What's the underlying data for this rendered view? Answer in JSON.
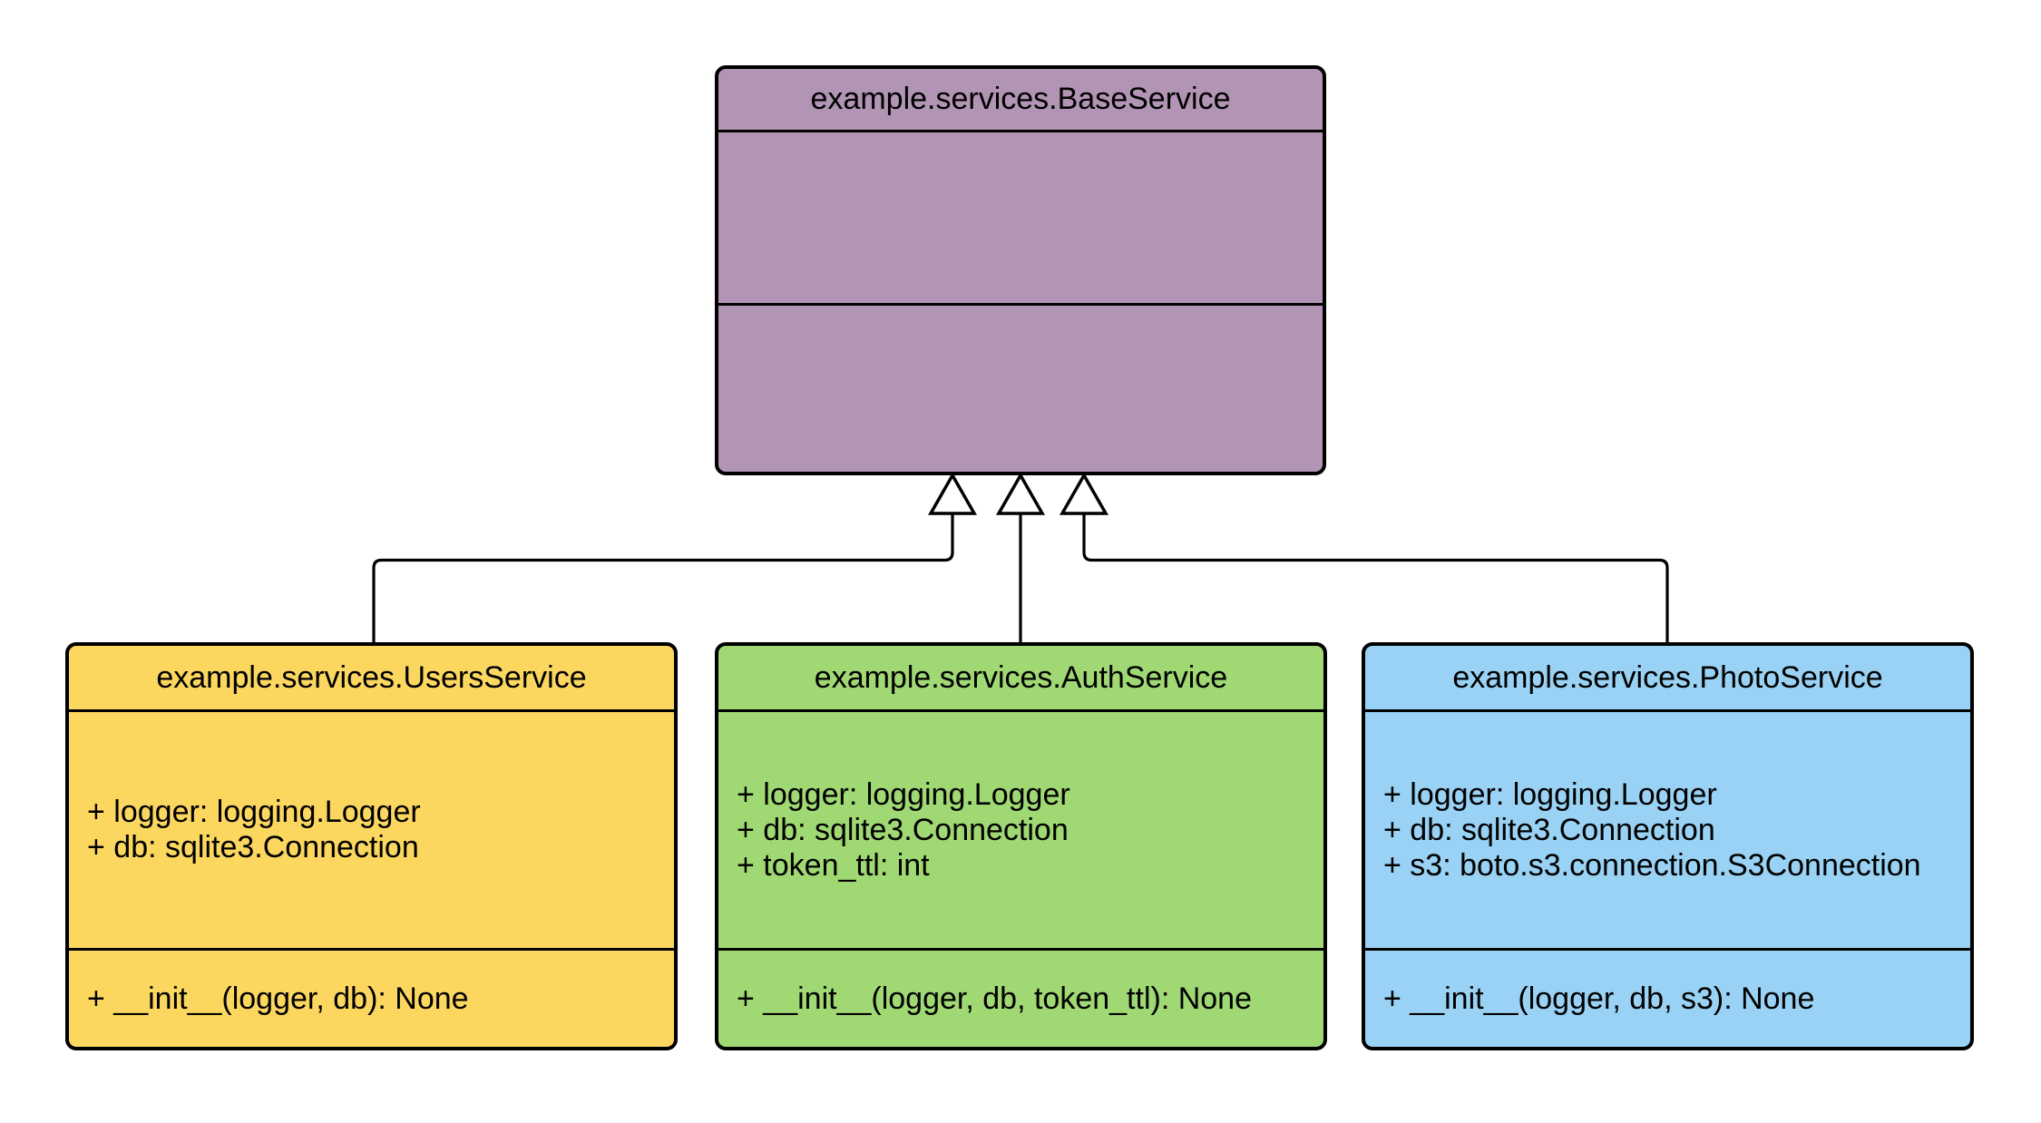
{
  "diagram": {
    "type": "uml-class-diagram",
    "background": "#ffffff",
    "border_color": "#000000",
    "text_color": "#000000",
    "classes": [
      {
        "id": "base",
        "title": "example.services.BaseService",
        "fill": "#b294b5",
        "attributes": [],
        "methods": []
      },
      {
        "id": "users",
        "title": "example.services.UsersService",
        "fill": "#fcd75f",
        "attributes": [
          "+ logger: logging.Logger",
          "+ db: sqlite3.Connection"
        ],
        "methods": [
          "+ __init__(logger, db): None"
        ]
      },
      {
        "id": "auth",
        "title": "example.services.AuthService",
        "fill": "#a0d873",
        "attributes": [
          "+ logger: logging.Logger",
          "+ db: sqlite3.Connection",
          "+ token_ttl: int"
        ],
        "methods": [
          "+ __init__(logger, db, token_ttl): None"
        ]
      },
      {
        "id": "photo",
        "title": "example.services.PhotoService",
        "fill": "#99d2f4",
        "attributes": [
          "+ logger: logging.Logger",
          "+ db: sqlite3.Connection",
          "+ s3: boto.s3.connection.S3Connection"
        ],
        "methods": [
          "+ __init__(logger, db, s3): None"
        ]
      }
    ],
    "relations": [
      {
        "type": "inheritance",
        "from": "users",
        "to": "base"
      },
      {
        "type": "inheritance",
        "from": "auth",
        "to": "base"
      },
      {
        "type": "inheritance",
        "from": "photo",
        "to": "base"
      }
    ]
  }
}
